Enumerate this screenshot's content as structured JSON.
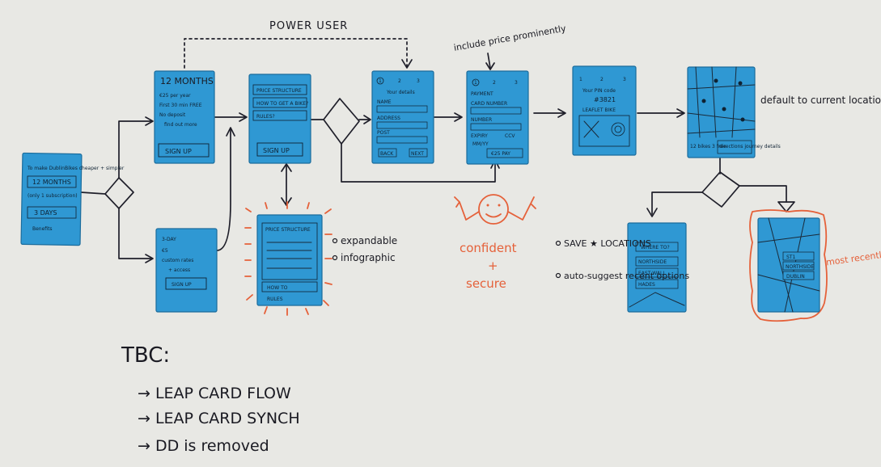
{
  "annotations": {
    "power_user": "POWER USER",
    "include_price": "include price prominently",
    "default_location": "default to current location",
    "expandable": "expandable",
    "infographic": "infographic",
    "confident": "confident",
    "plus": "+",
    "secure": "secure",
    "save_locations": "SAVE ★ LOCATIONS",
    "auto_suggest": "auto-suggest recent options",
    "most_recently_used": "most recently used"
  },
  "tbc": {
    "title": "TBC:",
    "items": [
      "→ LEAP CARD FLOW",
      "→ LEAP CARD SYNCH",
      "→ DD is removed"
    ]
  },
  "notes": {
    "entry": {
      "header": "To make DublinBikes cheaper + simpler",
      "btn_12": "12 MONTHS",
      "sub_12": "(only 1 subscription)",
      "btn_3": "3 DAYS",
      "footer": "Benefits"
    },
    "months": {
      "title": "12 MONTHS",
      "lines": [
        "€25 per year",
        "First 30 min FREE",
        "No deposit",
        "find out more"
      ],
      "button": "SIGN UP"
    },
    "days": {
      "title": "3-DAY",
      "lines": [
        "€5",
        "custom rates",
        "+ access"
      ],
      "button": "SIGN UP"
    },
    "info": {
      "items": [
        "PRICE STRUCTURE",
        "HOW TO GET A BIKE?",
        "RULES?"
      ],
      "button": "SIGN UP"
    },
    "expanded": {
      "items": [
        "PRICE STRUCTURE",
        "HOW TO",
        "RULES"
      ]
    },
    "details": {
      "steps": [
        "1",
        "2",
        "3"
      ],
      "title": "Your details",
      "fields": [
        "NAME",
        "ADDRESS",
        "POST"
      ],
      "back": "BACK",
      "next": "NEXT"
    },
    "payment": {
      "steps": [
        "1",
        "2",
        "3"
      ],
      "title": "PAYMENT",
      "fields": [
        "CARD NUMBER",
        "NUMBER",
        "EXPIRY",
        "CCV"
      ],
      "sub": "MM/YY",
      "button": "€25 PAY"
    },
    "confirm": {
      "steps": [
        "1",
        "2",
        "3"
      ],
      "line1": "Your PIN code",
      "line2": "#3821",
      "line3": "LEAFLET BIKE"
    },
    "map": {
      "bottom_left": "12 bikes 3 free",
      "bottom_right": "directions journey details"
    },
    "where": {
      "title": "WHERE TO?",
      "rows": [
        "NORTHSIDE",
        "EAST WALL",
        "HADES"
      ]
    },
    "recent": {
      "rows": [
        "ST1",
        "NORTHSIDE",
        "DUBLIN"
      ]
    }
  }
}
